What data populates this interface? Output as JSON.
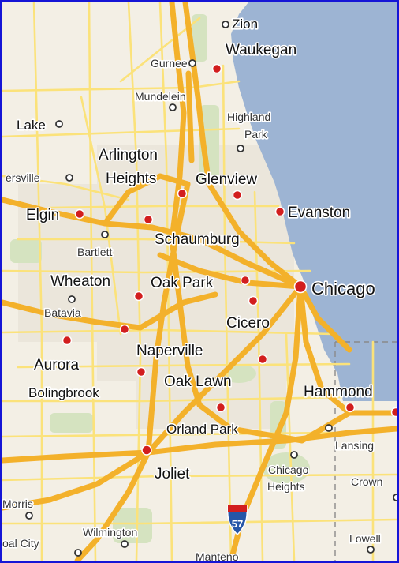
{
  "colors": {
    "water": "#9db4d3",
    "land": "#f3efe5",
    "park": "#d5e3c0",
    "urban": "#ebe6db",
    "highway": "#f3b12b",
    "highway_edge": "#d99a18",
    "arterial": "#fbe27a",
    "border": "#1515d6",
    "marker_red": "#d21e1e"
  },
  "map": {
    "region": "Chicago metropolitan area",
    "cities": {
      "zion": "Zion",
      "waukegan": "Waukegan",
      "gurnee": "Gurnee",
      "mundelein": "Mundelein",
      "highland_park": "Highland Park",
      "highland": "Highland",
      "park": "Park",
      "lake": "Lake",
      "arlington_heights": "Arlington Heights",
      "arlington": "Arlington",
      "heights": "Heights",
      "ersville": "ersville",
      "glenview": "Glenview",
      "elgin": "Elgin",
      "evanston": "Evanston",
      "schaumburg": "Schaumburg",
      "bartlett": "Bartlett",
      "wheaton": "Wheaton",
      "oak_park": "Oak Park",
      "chicago": "Chicago",
      "batavia": "Batavia",
      "cicero": "Cicero",
      "aurora": "Aurora",
      "naperville": "Naperville",
      "bolingbrook": "Bolingbrook",
      "oak_lawn": "Oak Lawn",
      "hammond": "Hammond",
      "orland_park": "Orland Park",
      "lansing": "Lansing",
      "joliet": "Joliet",
      "chicago_heights_line1": "Chicago",
      "chicago_heights_line2": "Heights",
      "crown": "Crown",
      "morris": "Morris",
      "coal_city": "oal City",
      "wilmington": "Wilmington",
      "lowell": "Lowell",
      "manteno": "Manteno"
    },
    "highway_shield": "57"
  }
}
